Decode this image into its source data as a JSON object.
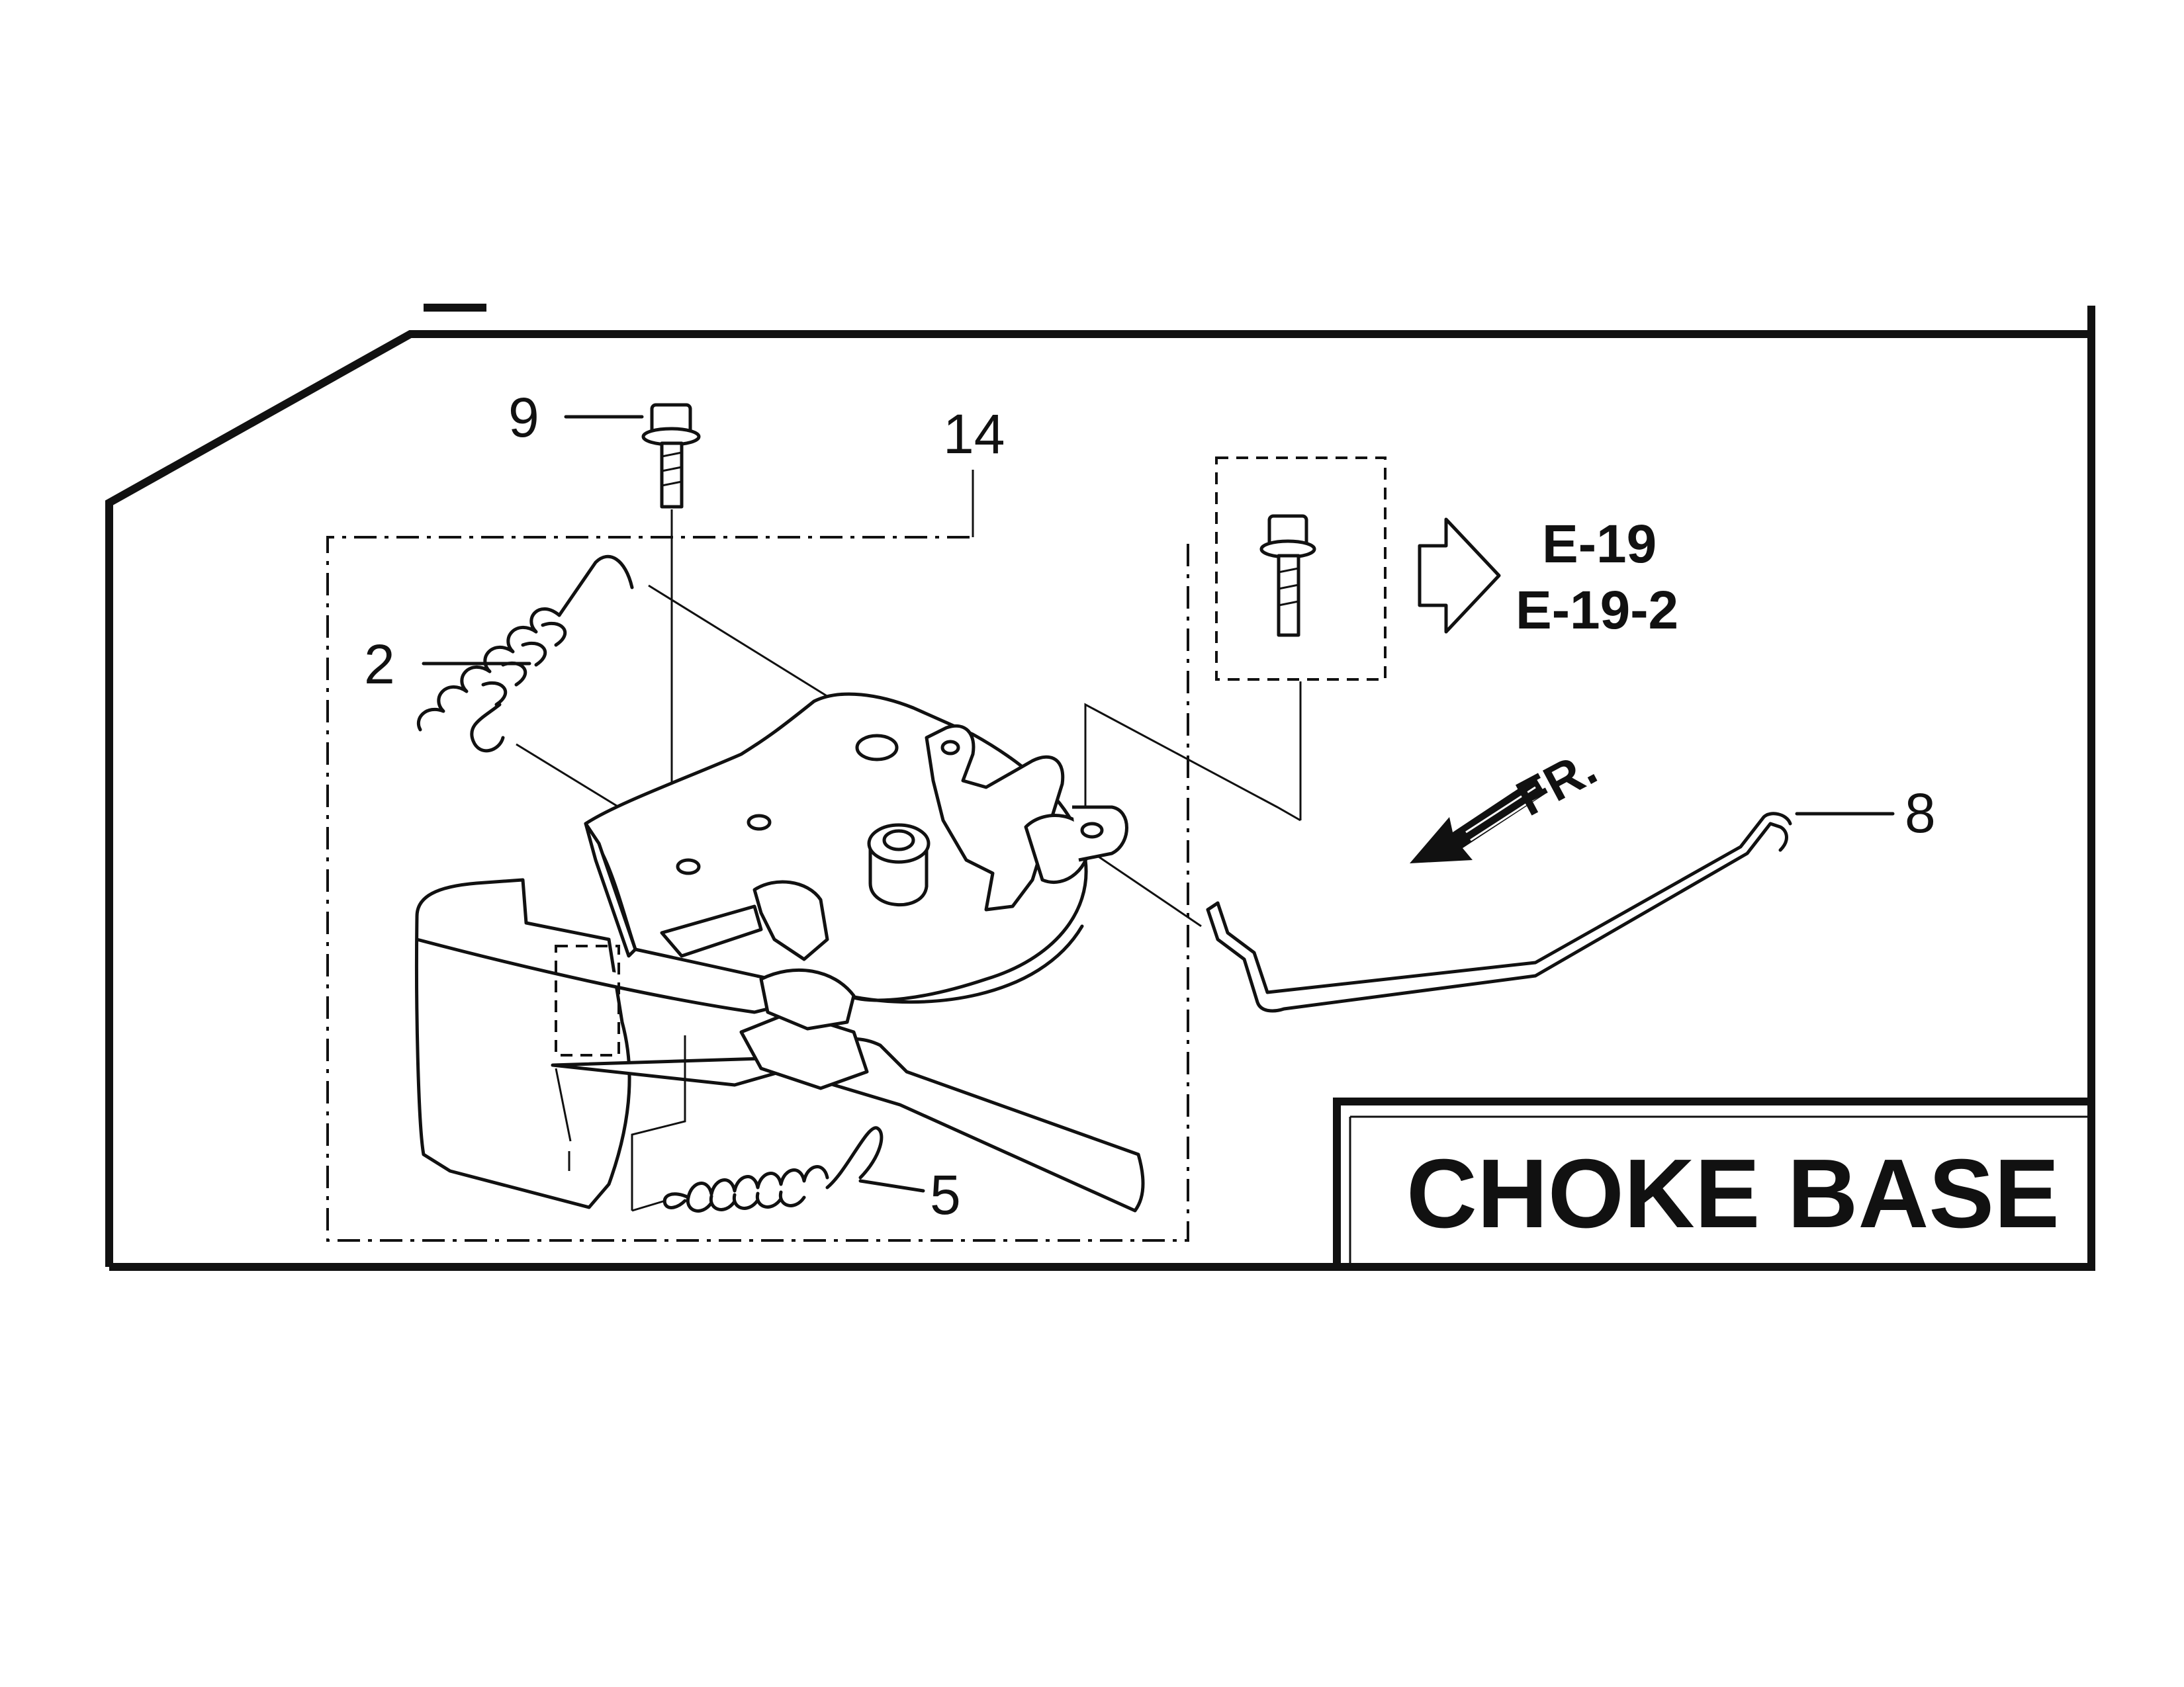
{
  "title": "CHOKE BASE",
  "callouts": {
    "part_2": "2",
    "part_5": "5",
    "part_8": "8",
    "part_9": "9",
    "part_14": "14"
  },
  "references": {
    "ref_1": "E-19",
    "ref_2": "E-19-2"
  },
  "direction_label": "FR."
}
